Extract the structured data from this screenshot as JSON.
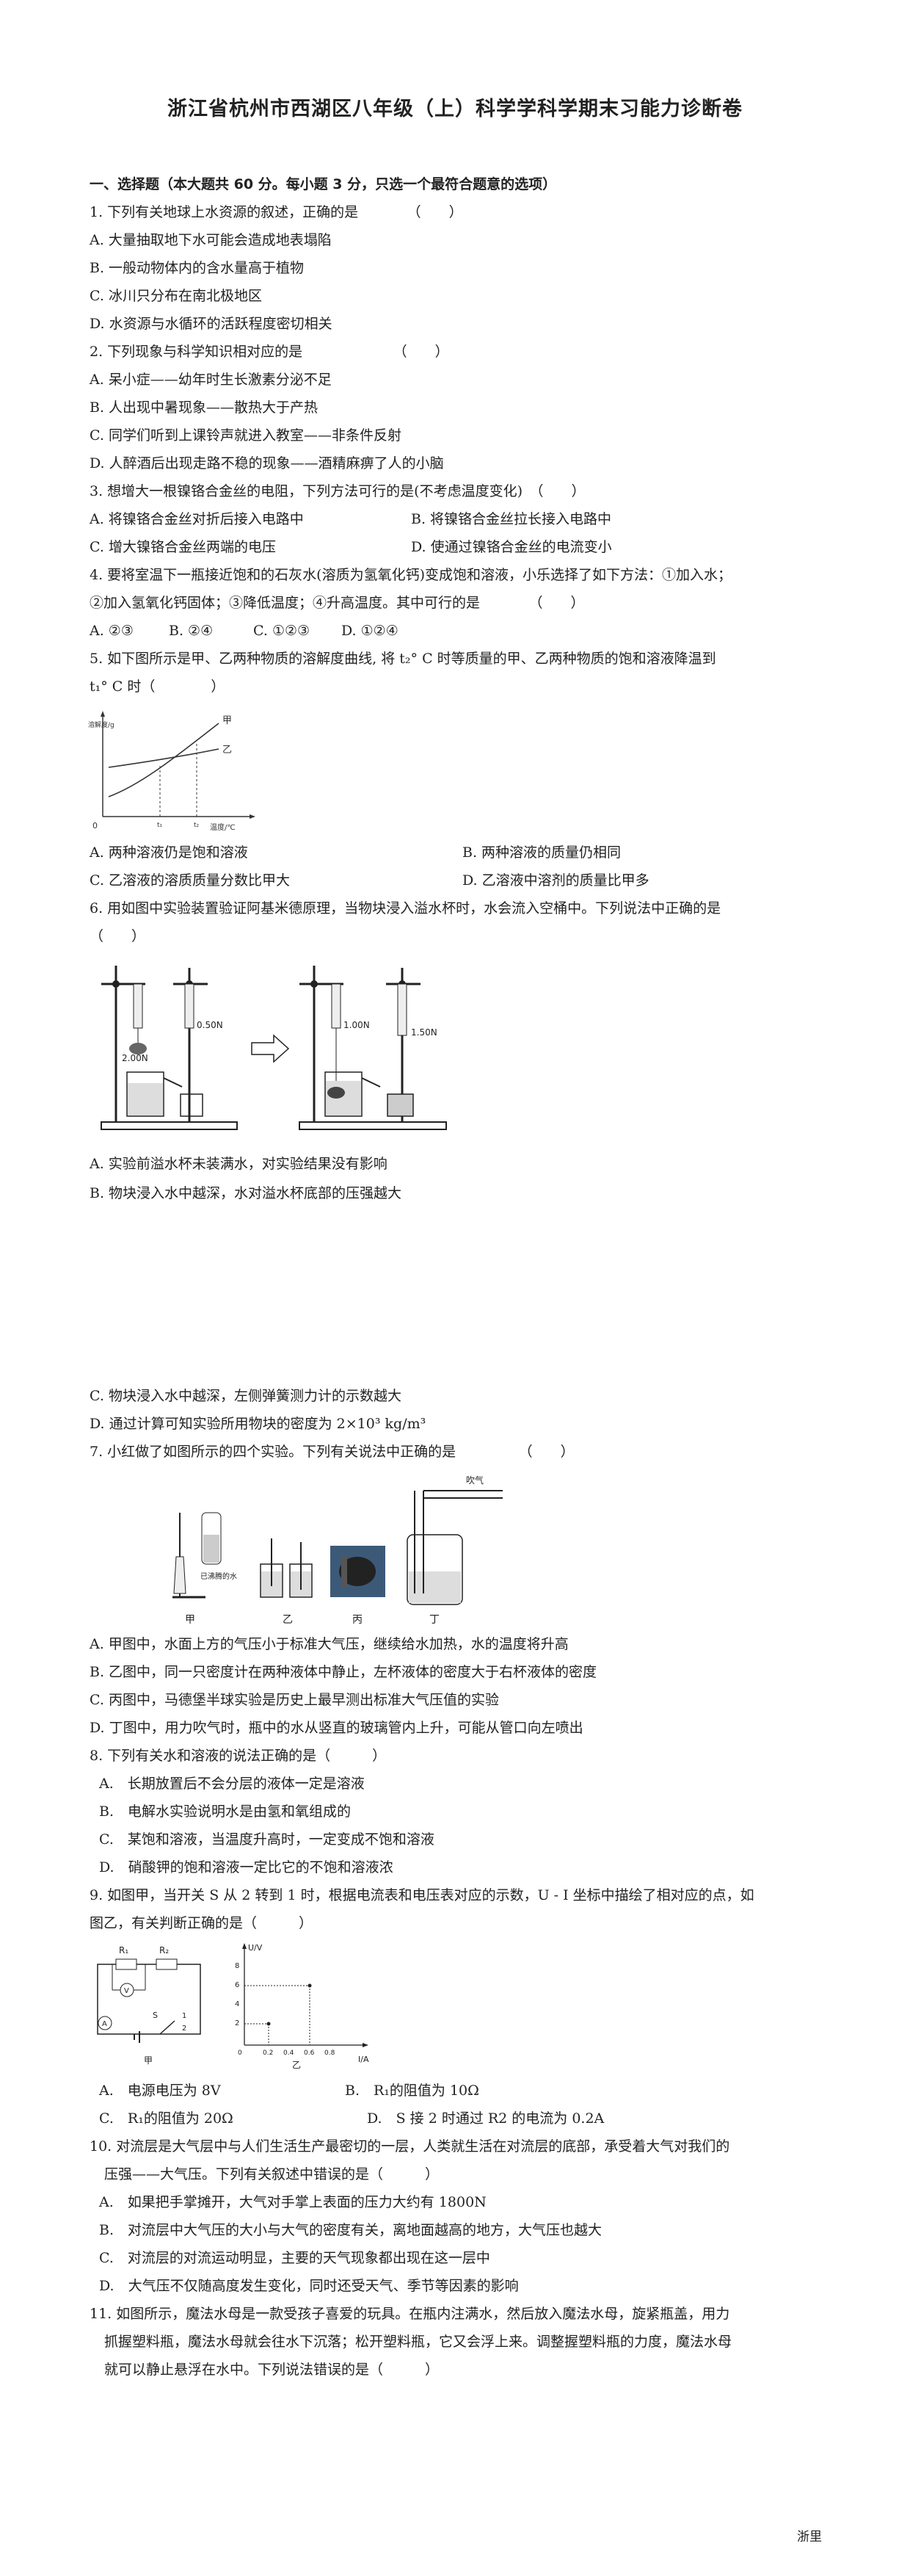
{
  "header": {
    "title": "浙江省杭州市西湖区八年级（上）科学学科学期末习能力诊断卷"
  },
  "section1": {
    "heading": "一、选择题（本大题共 60 分。每小题 3 分，只选一个最符合题意的选项）"
  },
  "q1": {
    "stem": "1. 下列有关地球上水资源的叙述，正确的是　　　　（　　）",
    "a": "A. 大量抽取地下水可能会造成地表塌陷",
    "b": "B. 一般动物体内的含水量高于植物",
    "c": "C. 冰川只分布在南北极地区",
    "d": "D. 水资源与水循环的活跃程度密切相关"
  },
  "q2": {
    "stem": "2. 下列现象与科学知识相对应的是　　　　　　　（　　）",
    "a": "A. 呆小症——幼年时生长激素分泌不足",
    "b": "B. 人出现中暑现象——散热大于产热",
    "c": "C. 同学们听到上课铃声就进入教室——非条件反射",
    "d": "D. 人醉酒后出现走路不稳的现象——酒精麻痹了人的小脑"
  },
  "q3": {
    "stem": "3. 想增大一根镍铬合金丝的电阻，下列方法可行的是(不考虑温度变化)　（　　）",
    "a": "A. 将镍铬合金丝对折后接入电路中",
    "b": "B. 将镍铬合金丝拉长接入电路中",
    "c": "C. 增大镍铬合金丝两端的电压",
    "d": "D. 使通过镍铬合金丝的电流变小"
  },
  "q4": {
    "stem": "4. 要将室温下一瓶接近饱和的石灰水(溶质为氢氧化钙)变成饱和溶液，小乐选择了如下方法：①加入水；",
    "stem2": "②加入氢氧化钙固体；③降低温度；④升高温度。其中可行的是　　　　（　　）",
    "a": "A. ②③",
    "b": "B. ②④",
    "c": "C. ①②③",
    "d": "D. ①②④"
  },
  "q5": {
    "stem": "5. 如下图所示是甲、乙两种物质的溶解度曲线, 将 t₂° C 时等质量的甲、乙两种物质的饱和溶液降温到",
    "stem2": "t₁° C 时（　　　　）",
    "fig": {
      "ylabel": "溶解度/g",
      "xlabel": "温度/℃",
      "origin": "0",
      "t1": "t₁",
      "t2": "t₂",
      "series_jia": "甲",
      "series_yi": "乙"
    },
    "a": "A. 两种溶液仍是饱和溶液",
    "b": "B. 两种溶液的质量仍相同",
    "c": "C. 乙溶液的溶质质量分数比甲大",
    "d": "D. 乙溶液中溶剂的质量比甲多"
  },
  "q6": {
    "stem": "6. 用如图中实验装置验证阿基米德原理，当物块浸入溢水杯时，水会流入空桶中。下列说法中正确的是",
    "stem2": "（　　）",
    "fig": {
      "f1": "2.00N",
      "f2": "0.50N",
      "f3": "1.00N",
      "f4": "1.50N"
    },
    "a": "A.  实验前溢水杯未装满水，对实验结果没有影响",
    "b": "B.  物块浸入水中越深，水对溢水杯底部的压强越大",
    "c": "C.  物块浸入水中越深，左侧弹簧测力计的示数越大",
    "d": "D.  通过计算可知实验所用物块的密度为 2×10³ kg/m³"
  },
  "q7": {
    "stem": "7. 小红做了如图所示的四个实验。下列有关说法中正确的是　　　　　（　　）",
    "fig": {
      "blow": "吹气",
      "water_label": "已沸腾的水",
      "jia": "甲",
      "yi": "乙",
      "bing": "丙",
      "ding": "丁"
    },
    "a": "A. 甲图中，水面上方的气压小于标准大气压，继续给水加热，水的温度将升高",
    "b": "B. 乙图中，同一只密度计在两种液体中静止，左杯液体的密度大于右杯液体的密度",
    "c": "C. 丙图中，马德堡半球实验是历史上最早测出标准大气压值的实验",
    "d": "D. 丁图中，用力吹气时，瓶中的水从竖直的玻璃管内上升，可能从管口向左喷出"
  },
  "q8": {
    "stem": "8. 下列有关水和溶液的说法正确的是（　　　）",
    "a": "A.　长期放置后不会分层的液体一定是溶液",
    "b": "B.　电解水实验说明水是由氢和氧组成的",
    "c": "C.　某饱和溶液，当温度升高时，一定变成不饱和溶液",
    "d": "D.　硝酸钾的饱和溶液一定比它的不饱和溶液浓"
  },
  "q9": {
    "stem": "9. 如图甲，当开关 S 从 2 转到 1 时，根据电流表和电压表对应的示数，U - I 坐标中描绘了相对应的点，如",
    "stem2": "图乙，有关判断正确的是（　　　）",
    "fig": {
      "r1": "R₁",
      "r2": "R₂",
      "v": "V",
      "a": "A",
      "s": "S",
      "n1": "1",
      "n2": "2",
      "jia": "甲",
      "yi": "乙",
      "ylabel": "U/V",
      "xlabel": "I/A",
      "yticks": [
        "8",
        "6",
        "4",
        "2"
      ],
      "xticks": [
        "0",
        "0.2",
        "0.4",
        "0.6",
        "0.8"
      ]
    },
    "a": "A.　电源电压为 8V",
    "b": "B.　R₁的阻值为 10Ω",
    "c": "C.　R₁的阻值为 20Ω",
    "d": "D.　S 接 2 时通过 R2 的电流为 0.2A"
  },
  "q10": {
    "stem": "10. 对流层是大气层中与人们生活生产最密切的一层，人类就生活在对流层的底部，承受着大气对我们的",
    "stem2": "压强——大气压。下列有关叙述中错误的是（　　　）",
    "a": "A.　如果把手掌摊开，大气对手掌上表面的压力大约有 1800N",
    "b": "B.　对流层中大气压的大小与大气的密度有关，离地面越高的地方，大气压也越大",
    "c": "C.　对流层的对流运动明显，主要的天气现象都出现在这一层中",
    "d": "D.　大气压不仅随高度发生变化，同时还受天气、季节等因素的影响"
  },
  "q11": {
    "stem": "11. 如图所示，魔法水母是一款受孩子喜爱的玩具。在瓶内注满水，然后放入魔法水母，旋紧瓶盖，用力",
    "stem2": "抓握塑料瓶，魔法水母就会往水下沉落；松开塑料瓶，它又会浮上来。调整握塑料瓶的力度，魔法水母",
    "stem3": "就可以静止悬浮在水中。下列说法错误的是（　　　）"
  },
  "footer": {
    "text": "浙里"
  }
}
